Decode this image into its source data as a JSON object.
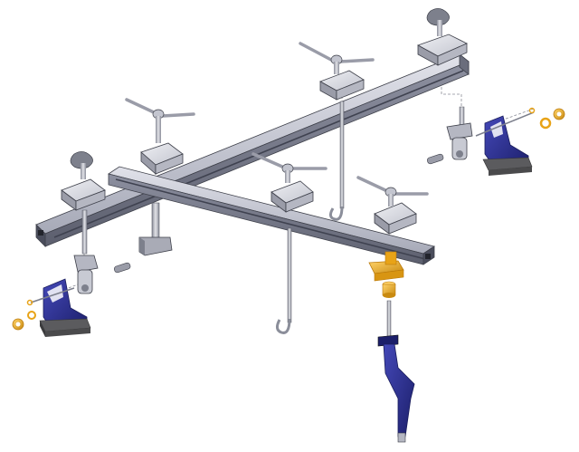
{
  "diagram": {
    "kind": "exploded-assembly-view",
    "labels": [],
    "colors": {
      "background": "#ffffff",
      "rail_light": "#c9cbd6",
      "rail_mid": "#9ea1b0",
      "rail_dark": "#6d7080",
      "rail_slot": "#55586a",
      "steel": "#b8bac4",
      "steel_dark": "#7c7f8c",
      "clamp_plate": "#d6d7de",
      "bracket_blue": "#2a2f8e",
      "bracket_blue_dark": "#1a1d5c",
      "brass": "#e8a317",
      "brass_dark": "#b9790a",
      "rubber_pad": "#5b5b5e",
      "outline": "#3e404a"
    },
    "components": [
      {
        "id": "main-rail",
        "icon": "aluminium-rail"
      },
      {
        "id": "cross-rail",
        "icon": "aluminium-rail"
      },
      {
        "id": "clamp-plates",
        "icon": "clamp-plate",
        "count": 5
      },
      {
        "id": "wing-nuts",
        "icon": "wing-nut",
        "count": 4
      },
      {
        "id": "star-knobs",
        "icon": "star-knob",
        "count": 2
      },
      {
        "id": "hook-rods",
        "icon": "hook",
        "count": 2
      },
      {
        "id": "end-clamps",
        "icon": "blue-bracket",
        "count": 2
      },
      {
        "id": "spring-arm",
        "icon": "blue-spring-arm",
        "count": 1
      },
      {
        "id": "brass-parts",
        "icon": "brass-fitting",
        "count": 4
      }
    ]
  }
}
